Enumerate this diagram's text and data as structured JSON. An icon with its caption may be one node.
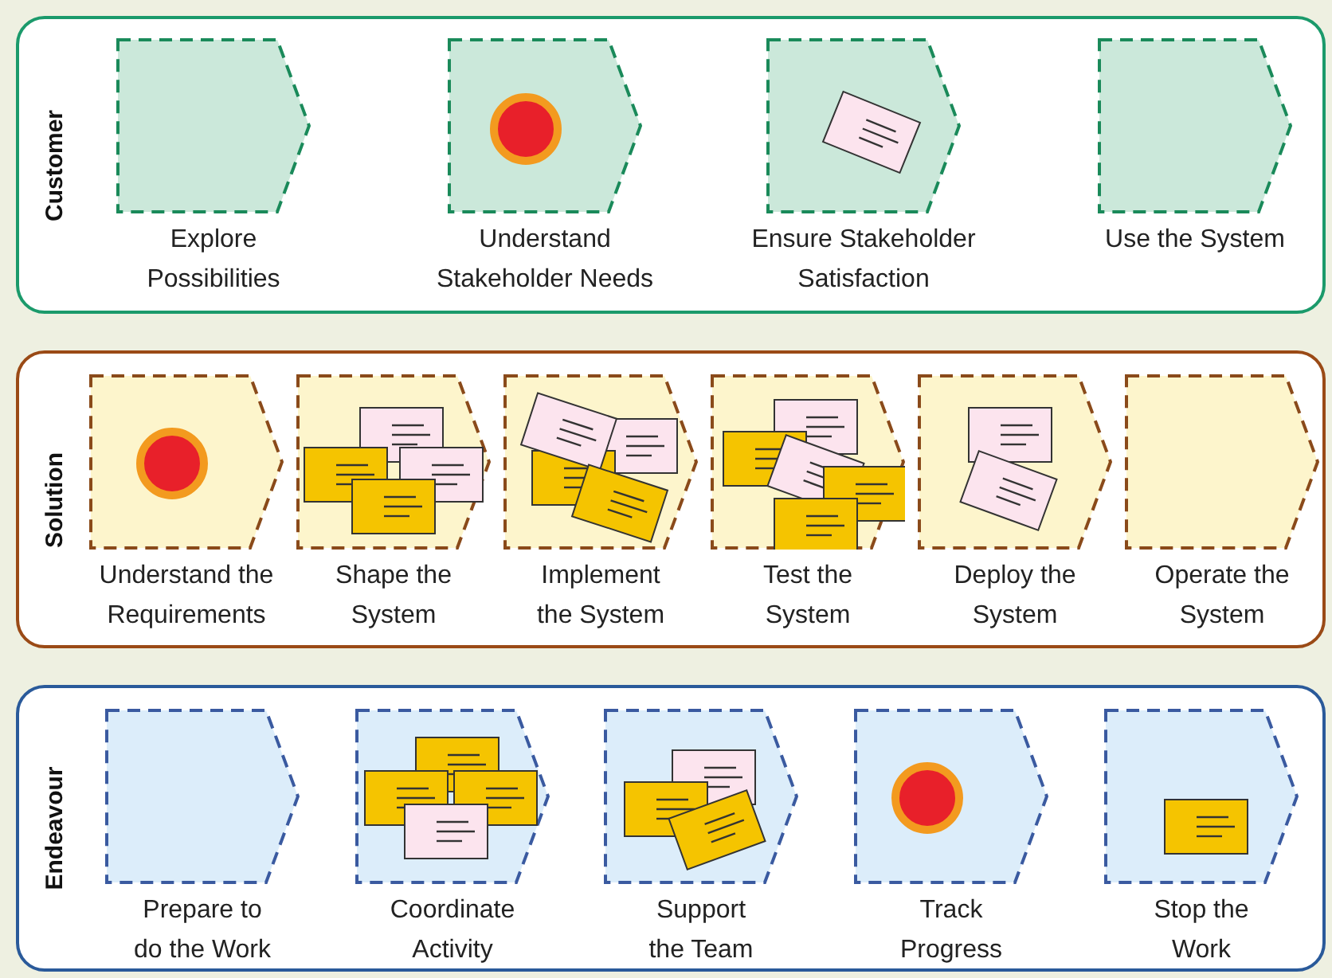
{
  "diagram": {
    "nodes": [
      {
        "text": [
          "Customer"
        ]
      },
      {
        "text": [
          "Explore Possibilities"
        ],
        "in": 0
      },
      {
        "text": [
          "Understand Stakeholder Needs"
        ],
        "in": 0
      },
      {
        "text": [
          "Ensure Stakeholder Satisfaction"
        ],
        "in": 0
      },
      {
        "text": [
          "Use the System"
        ],
        "in": 0
      },
      {
        "text": [
          "Solution"
        ]
      },
      {
        "text": [
          "Understand the Requirements"
        ],
        "in": 5
      },
      {
        "text": [
          "Shape the System"
        ],
        "in": 5
      },
      {
        "text": [
          "Implement the System"
        ],
        "in": 5
      },
      {
        "text": [
          "Test the System"
        ],
        "in": 5
      },
      {
        "text": [
          "Deploy the System"
        ],
        "in": 5
      },
      {
        "text": [
          "Operate the System"
        ],
        "in": 5
      },
      {
        "text": [
          "Endeavour"
        ]
      },
      {
        "text": [
          "Prepare to do the Work"
        ],
        "in": 12
      },
      {
        "text": [
          "Coordinate Activity"
        ],
        "in": 12
      },
      {
        "text": [
          "Support the Team"
        ],
        "in": 12
      },
      {
        "text": [
          "Track Progress"
        ],
        "in": 12
      },
      {
        "text": [
          "Stop the Work"
        ],
        "in": 12
      }
    ]
  }
}
